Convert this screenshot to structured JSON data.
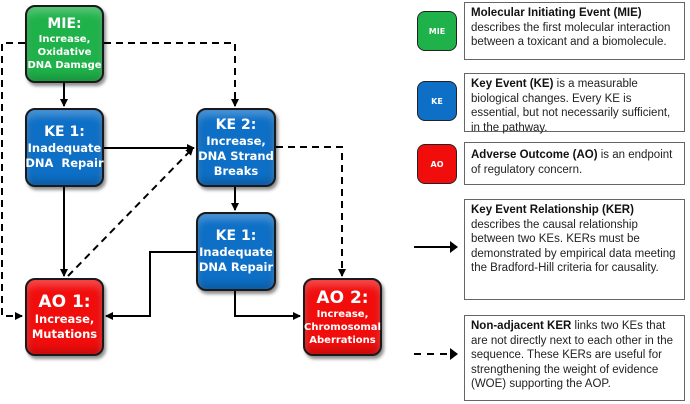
{
  "diagram": {
    "nodes": {
      "mie": {
        "title": "MIE:",
        "lines": [
          "Increase,",
          "Oxidative",
          "DNA Damage"
        ]
      },
      "ke1": {
        "title": "KE 1:",
        "lines": [
          "Inadequate",
          "DNA  Repair"
        ]
      },
      "ke2": {
        "title": "KE 2:",
        "lines": [
          "Increase,",
          "DNA Strand",
          "Breaks"
        ]
      },
      "ke1b": {
        "title": "KE 1:",
        "lines": [
          "Inadequate",
          "DNA Repair"
        ]
      },
      "ao1": {
        "title": "AO 1:",
        "lines": [
          "Increase,",
          "Mutations"
        ]
      },
      "ao2": {
        "title": "AO 2:",
        "lines": [
          "Increase,",
          "Chromosomal",
          "Aberrations"
        ]
      }
    },
    "edges": [
      {
        "from": "MIE",
        "to": "KE 1",
        "type": "KER"
      },
      {
        "from": "KE 1",
        "to": "KE 2",
        "type": "KER"
      },
      {
        "from": "KE 1",
        "to": "AO 1",
        "type": "KER"
      },
      {
        "from": "KE 2",
        "to": "KE 1 (lower)",
        "type": "KER"
      },
      {
        "from": "KE 1 (lower)",
        "to": "AO 1",
        "type": "KER"
      },
      {
        "from": "KE 1 (lower)",
        "to": "AO 2",
        "type": "KER"
      },
      {
        "from": "MIE",
        "to": "KE 2",
        "type": "Non-adjacent KER"
      },
      {
        "from": "MIE",
        "to": "AO 1",
        "type": "Non-adjacent KER"
      },
      {
        "from": "AO 1",
        "to": "KE 2",
        "type": "Non-adjacent KER"
      },
      {
        "from": "KE 2",
        "to": "AO 2",
        "type": "Non-adjacent KER"
      }
    ],
    "colors": {
      "mie": "#1fb24a",
      "ke": "#0d6fc6",
      "ao": "#f20d0d"
    }
  },
  "legend": {
    "mie": {
      "swatch": "MIE",
      "bold": "Molecular Initiating Event (MIE)",
      "text": " describes the first molecular interaction between a toxicant and a biomolecule."
    },
    "ke": {
      "swatch": "KE",
      "bold": "Key Event (KE)",
      "text": " is a measurable biological changes. Every KE is essential, but not necessarily sufficient, in the pathway."
    },
    "ao": {
      "swatch": "AO",
      "bold": "Adverse Outcome (AO)",
      "text": " is an endpoint of regulatory concern."
    },
    "ker": {
      "bold": "Key Event Relationship (KER)",
      "text": " describes the causal relationship between two KEs. KERs must be demonstrated by empirical data meeting the Bradford-Hill criteria for causality."
    },
    "nonadj": {
      "bold": "Non-adjacent KER",
      "text": " links two KEs that are not directly next to each other in the sequence. These KERs are useful for strengthening the weight of evidence (WOE) supporting the AOP."
    }
  }
}
